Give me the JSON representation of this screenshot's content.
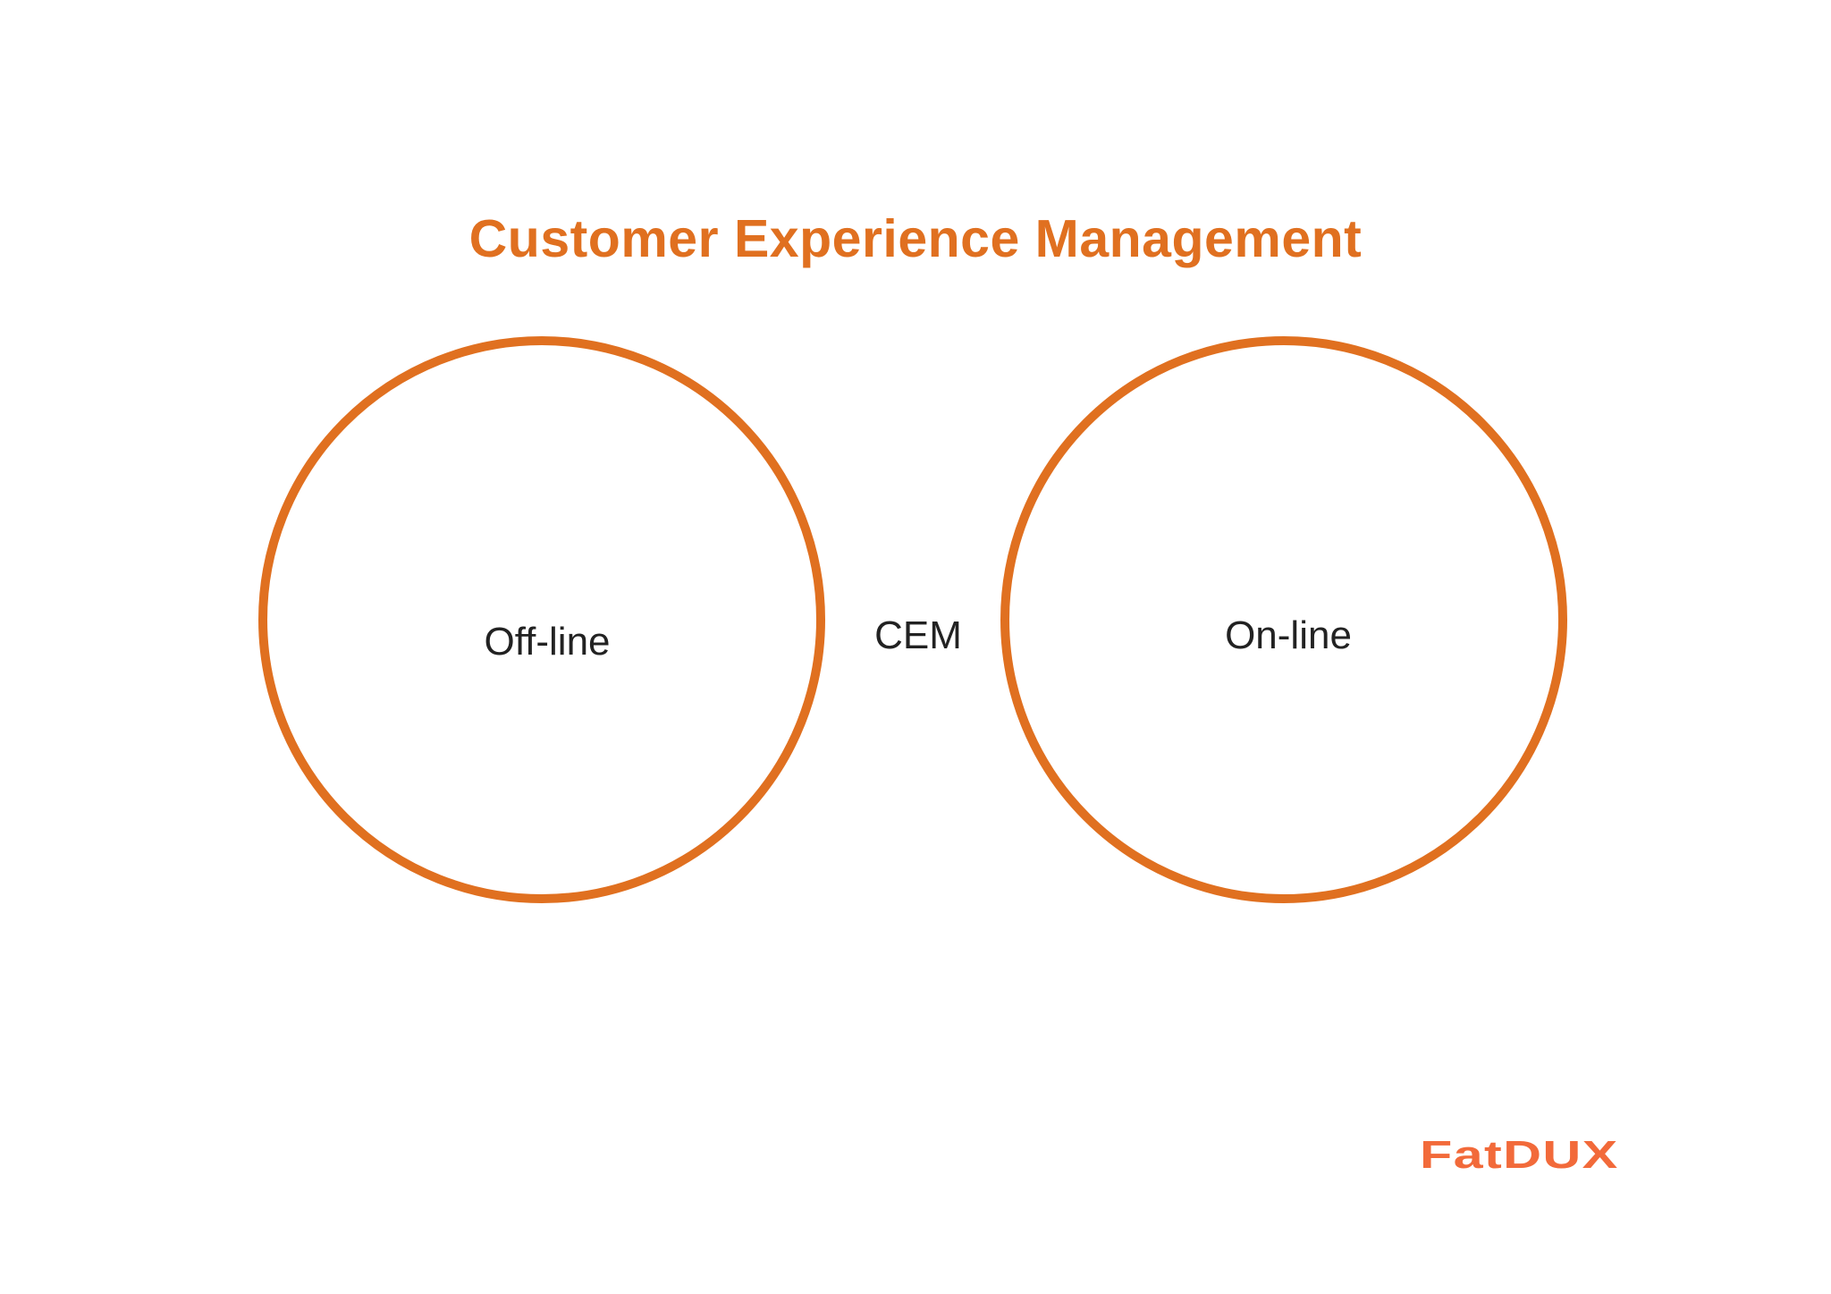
{
  "title": "Customer Experience Management",
  "diagram": {
    "left_circle": {
      "label": "Off-line"
    },
    "center_label": "CEM",
    "right_circle": {
      "label": "On-line"
    }
  },
  "logo": {
    "text": "FatDUX"
  },
  "colors": {
    "accent": "#e07020",
    "logo": "#f26a3a",
    "text": "#222222",
    "background": "#ffffff"
  }
}
